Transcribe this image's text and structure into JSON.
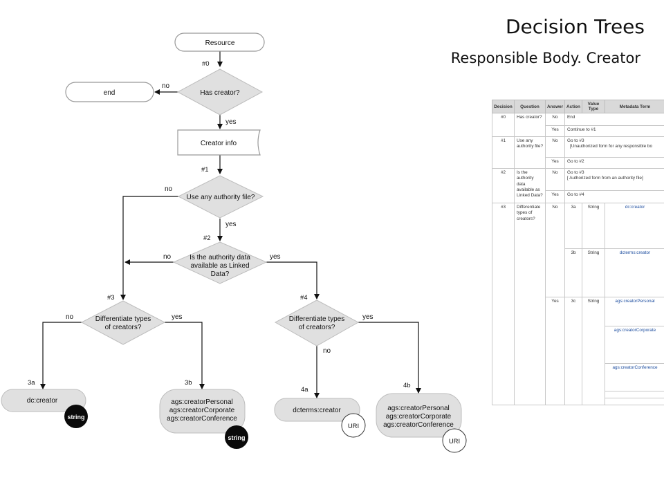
{
  "slide": {
    "title": "Decision Trees",
    "subtitle": "Responsible Body. Creator"
  },
  "flowchart": {
    "nodes": {
      "resource": "Resource",
      "end": "end",
      "has_creator": "Has creator?",
      "creator_info": "Creator info",
      "use_authority": "Use any authority file?",
      "linked_data": [
        "Is the authority data",
        "available as Linked",
        "Data?"
      ],
      "diff3": [
        "Differentiate types",
        "of creators?"
      ],
      "diff4": [
        "Differentiate types",
        "of creators?"
      ],
      "out_3a": "dc:creator",
      "out_3b": [
        "ags:creatorPersonal",
        "ags:creatorCorporate",
        "ags:creatorConference"
      ],
      "out_4a": "dcterms:creator",
      "out_4b": [
        "ags:creatorPersonal",
        "ags:creatorCorporate",
        "ags:creatorConference"
      ]
    },
    "tags": {
      "n0": "#0",
      "n1": "#1",
      "n2": "#2",
      "n3": "#3",
      "n4": "#4",
      "o3a": "3a",
      "o3b": "3b",
      "o4a": "4a",
      "o4b": "4b"
    },
    "edge_labels": {
      "yes": "yes",
      "no": "no"
    },
    "badges": {
      "string": "string",
      "uri": "URI"
    }
  },
  "table": {
    "headers": [
      "Decision",
      "Question",
      "Answer",
      "Action",
      "Value Type",
      "Metadata Term",
      ""
    ],
    "rows": [
      {
        "decision": "#0",
        "question": "Has creator?",
        "answers": [
          {
            "answer": "No",
            "action": "End"
          },
          {
            "answer": "Yes",
            "action": "Continue to #1"
          }
        ]
      },
      {
        "decision": "#1",
        "question": "Use any authority file?",
        "answers": [
          {
            "answer": "No",
            "action": "Go to #3",
            "note": "[Unauthorized form for any responsible bo"
          },
          {
            "answer": "Yes",
            "action": "Go to #2"
          }
        ]
      },
      {
        "decision": "#2",
        "question": "Is the authority data available as Linked Data?",
        "answers": [
          {
            "answer": "No",
            "action": "Go to #3",
            "note": "[ Authorized form from an authority file]"
          },
          {
            "answer": "Yes",
            "action": "Go to #4"
          }
        ]
      }
    ],
    "row3": {
      "decision": "#3",
      "question": "Differentiate types of creators?",
      "no": {
        "answer": "No",
        "items": [
          {
            "code": "3a",
            "type": "String",
            "term": "dc:creator"
          },
          {
            "code": "3b",
            "type": "String",
            "term": "dcterms:creator"
          }
        ]
      },
      "yes": {
        "answer": "Yes",
        "code": "3c",
        "type": "String",
        "terms": [
          "ags:creatorPersonal",
          "ags:creatorCorporate",
          "ags:creatorConference"
        ]
      }
    }
  }
}
